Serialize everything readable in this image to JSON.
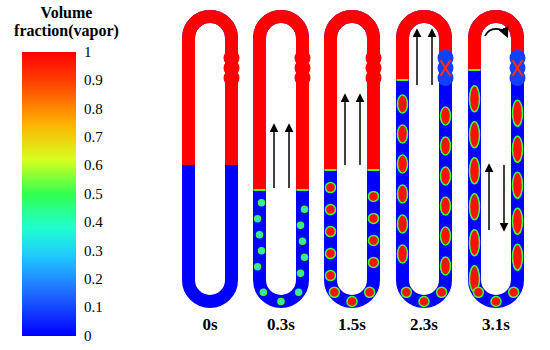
{
  "diagram": {
    "labels": [
      "Volume fraction(vapor)",
      "1",
      "0.9",
      "0.8",
      "0.7",
      "0.6",
      "0.5",
      "0.4",
      "0.3",
      "0.2",
      "0.1",
      "0",
      "0s",
      "0.3s",
      "1.5s",
      "2.3s",
      "3.1s"
    ]
  }
}
